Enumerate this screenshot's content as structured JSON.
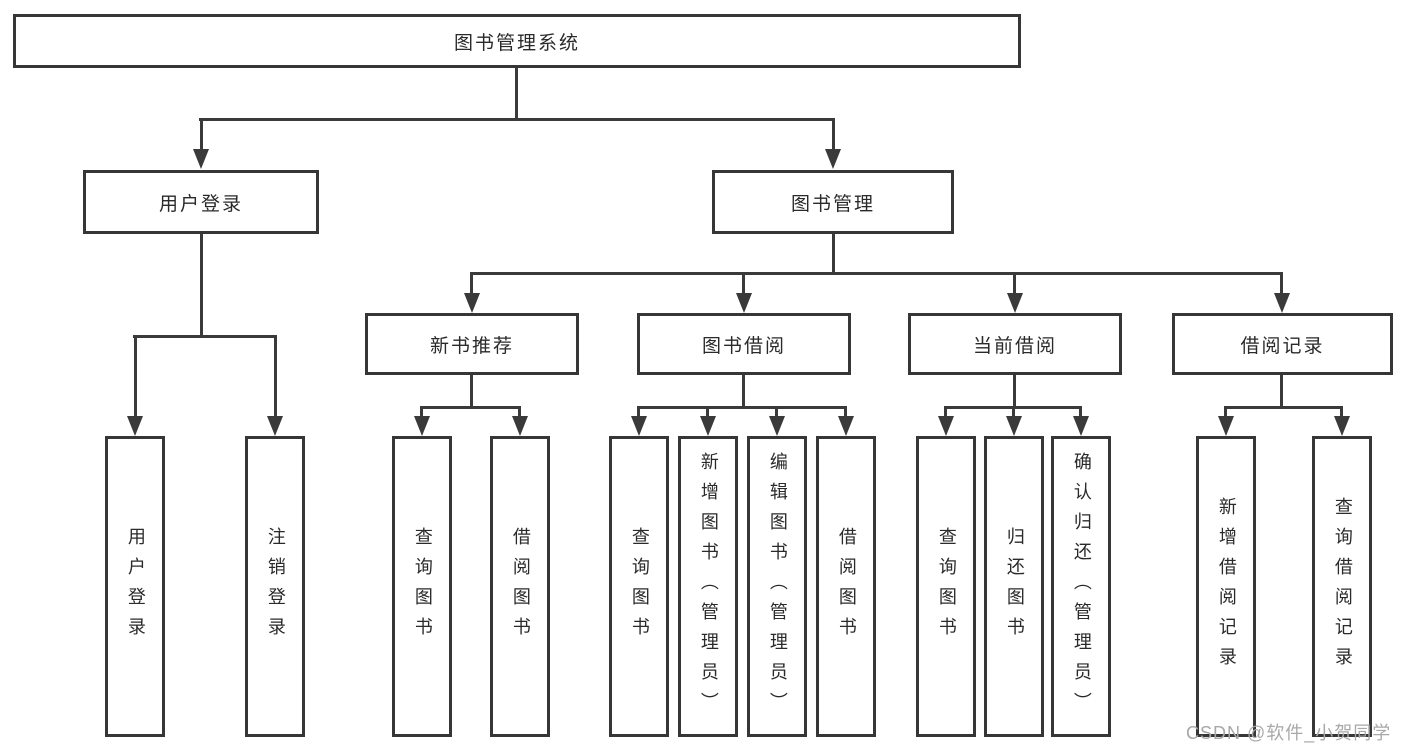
{
  "diagram": {
    "type": "hierarchy-tree",
    "title": "图书管理系统"
  },
  "nodes": {
    "root": "图书管理系统",
    "user_login": "用户登录",
    "book_mgmt": "图书管理",
    "new_book_rec": "新书推荐",
    "book_borrow": "图书借阅",
    "current_borrow": "当前借阅",
    "borrow_record": "借阅记录",
    "ul_login": "用户登录",
    "ul_logout": "注销登录",
    "nbr_query_book": "查询图书",
    "nbr_borrow_book": "借阅图书",
    "bb_query_book": "查询图书",
    "bb_add_book": "新增图书（管理员）",
    "bb_edit_book": "编辑图书（管理员）",
    "bb_borrow_book": "借阅图书",
    "cb_query_book": "查询图书",
    "cb_return_book": "归还图书",
    "cb_confirm_return": "确认归还（管理员）",
    "br_add_record": "新增借阅记录",
    "br_query_record": "查询借阅记录"
  },
  "edges": [
    {
      "from": "root",
      "to": [
        "user_login",
        "book_mgmt"
      ]
    },
    {
      "from": "user_login",
      "to": [
        "ul_login",
        "ul_logout"
      ]
    },
    {
      "from": "book_mgmt",
      "to": [
        "new_book_rec",
        "book_borrow",
        "current_borrow",
        "borrow_record"
      ]
    },
    {
      "from": "new_book_rec",
      "to": [
        "nbr_query_book",
        "nbr_borrow_book"
      ]
    },
    {
      "from": "book_borrow",
      "to": [
        "bb_query_book",
        "bb_add_book",
        "bb_edit_book",
        "bb_borrow_book"
      ]
    },
    {
      "from": "current_borrow",
      "to": [
        "cb_query_book",
        "cb_return_book",
        "cb_confirm_return"
      ]
    },
    {
      "from": "borrow_record",
      "to": [
        "br_add_record",
        "br_query_record"
      ]
    }
  ],
  "watermark": {
    "text": "CSDN @软件_小贺同学"
  },
  "colors": {
    "line": "#3a3a3a",
    "box_border": "#363636",
    "text": "#2a2a2a",
    "background": "#ffffff",
    "watermark": "#a8a8a8"
  }
}
